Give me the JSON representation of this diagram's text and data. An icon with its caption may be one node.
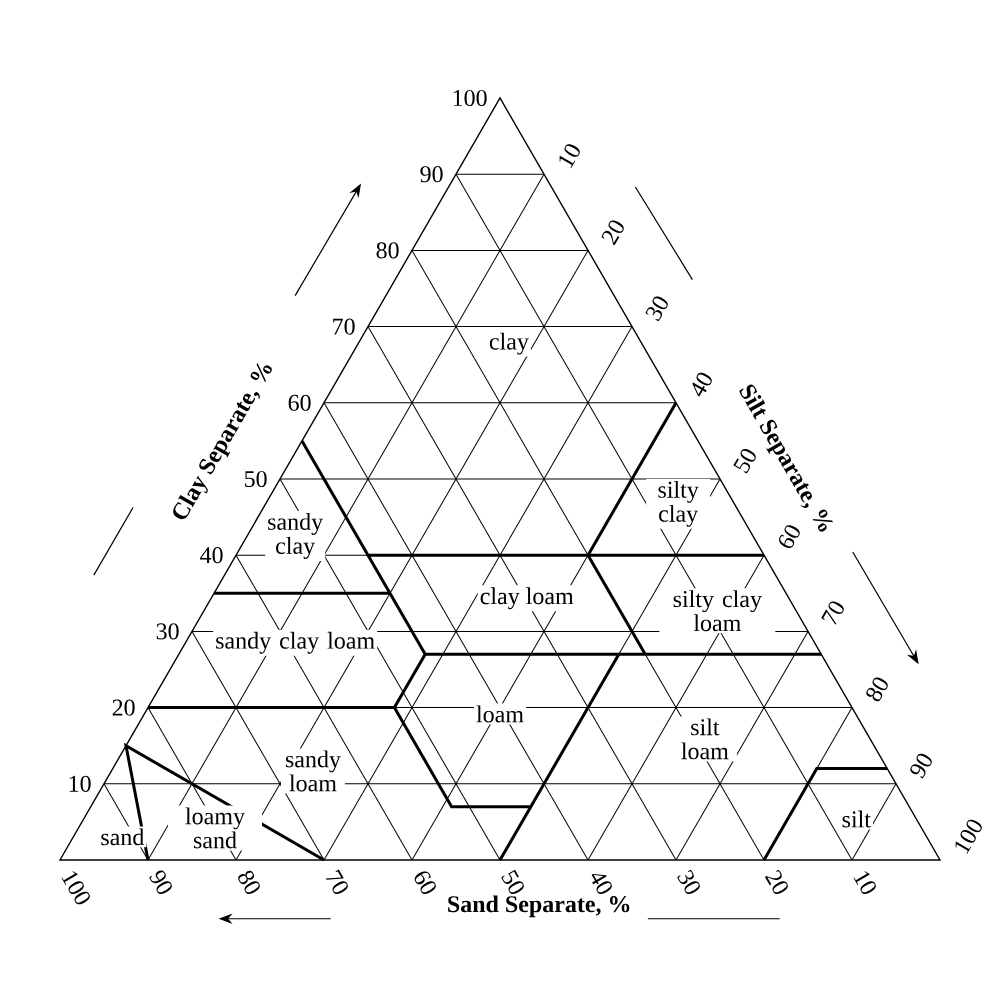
{
  "diagram": {
    "labels": [
      "100",
      "90",
      "80",
      "70",
      "60",
      "50",
      "40",
      "30",
      "20",
      "10",
      "10",
      "20",
      "30",
      "40",
      "50",
      "60",
      "70",
      "80",
      "90",
      "100",
      "100",
      "90",
      "80",
      "70",
      "60",
      "50",
      "40",
      "30",
      "20",
      "10",
      "Clay Separate, %",
      "Silt Separate, %",
      "Sand Separate, %",
      "clay",
      "sandy clay",
      "silty clay",
      "clay loam",
      "silty clay loam",
      "sandy clay loam",
      "loam",
      "silt loam",
      "sandy loam",
      "loamy sand",
      "sand",
      "silt"
    ]
  }
}
